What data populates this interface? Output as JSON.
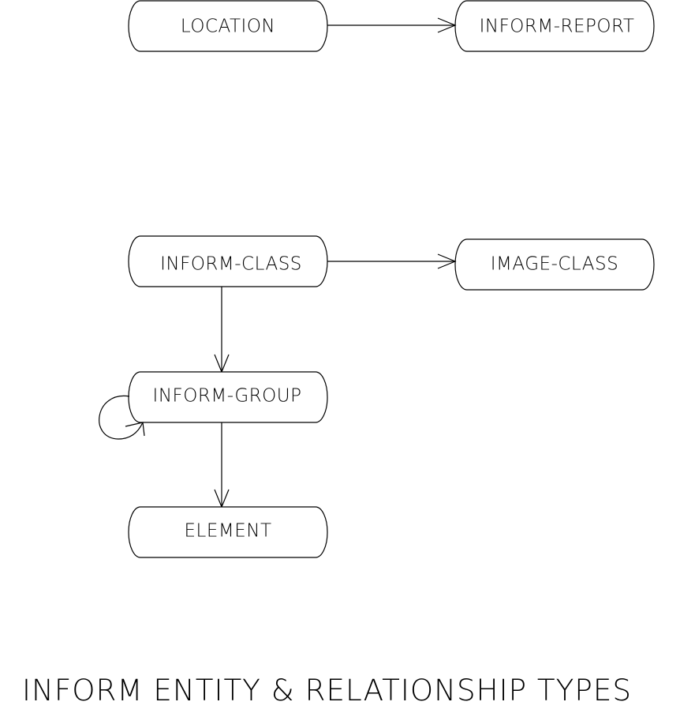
{
  "diagram": {
    "nodes": {
      "location": "LOCATION",
      "inform_report": "INFORM-REPORT",
      "inform_class": "INFORM-CLASS",
      "image_class": "IMAGE-CLASS",
      "inform_group": "INFORM-GROUP",
      "element": "ELEMENT"
    },
    "edges": [
      {
        "from": "LOCATION",
        "to": "INFORM-REPORT"
      },
      {
        "from": "INFORM-CLASS",
        "to": "IMAGE-CLASS"
      },
      {
        "from": "INFORM-CLASS",
        "to": "INFORM-GROUP"
      },
      {
        "from": "INFORM-GROUP",
        "to": "INFORM-GROUP"
      },
      {
        "from": "INFORM-GROUP",
        "to": "ELEMENT"
      }
    ],
    "caption": "INFORM ENTITY & RELATIONSHIP TYPES"
  }
}
